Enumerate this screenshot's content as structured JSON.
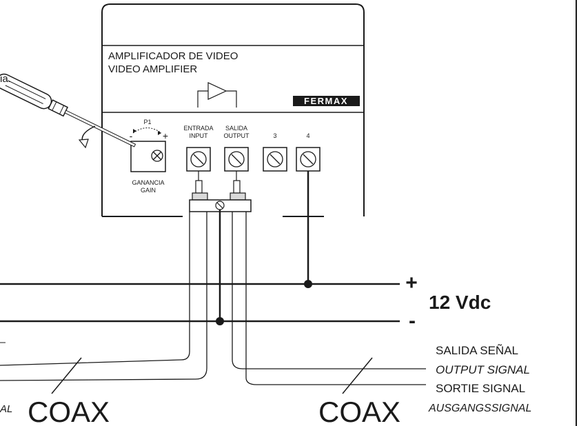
{
  "device": {
    "title_es": "AMPLIFICADOR DE VIDEO",
    "title_en": "VIDEO AMPLIFIER",
    "brand": "FERMAX"
  },
  "adjust": {
    "label": "P1",
    "minus": "-",
    "plus": "+",
    "gain_es": "GANANCIA",
    "gain_en": "GAIN"
  },
  "terminals": {
    "input_es": "ENTRADA",
    "input_en": "INPUT",
    "output_es": "SALIDA",
    "output_en": "OUTPUT",
    "t3": "3",
    "t4": "4"
  },
  "supply": {
    "plus": "+",
    "minus": "-",
    "voltage": "12 Vdc"
  },
  "fragment": "ia.",
  "left_label_fragment": "AL",
  "coax_left": "COAX",
  "coax_right": "COAX",
  "output_labels": {
    "es": "SALIDA SEÑAL",
    "en": "OUTPUT SIGNAL",
    "fr": "SORTIE SIGNAL",
    "de": "AUSGANGSSIGNAL"
  },
  "colors": {
    "line": "#1a1a1a",
    "brand_bg": "#1a1a1a",
    "brand_fg": "#ffffff",
    "clamp": "#d9d9d9"
  }
}
